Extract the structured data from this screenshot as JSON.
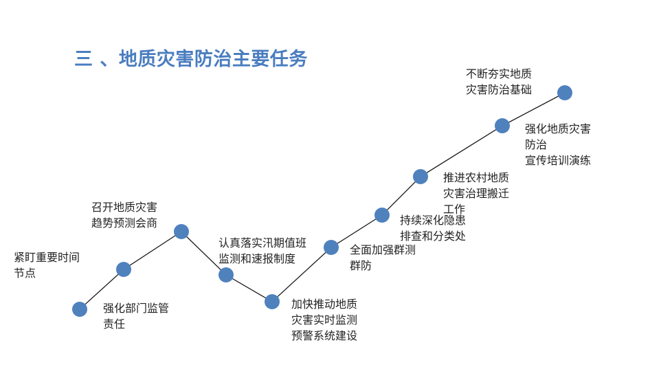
{
  "title": "三 、地质灾害防治主要任务",
  "colors": {
    "title": "#4a7dbf",
    "node": "#4f81bd",
    "line": "#1a1a1a"
  },
  "tasks": [
    {
      "label": "紧盯重要时间\n节点"
    },
    {
      "label": "强化部门监管\n责任"
    },
    {
      "label": "召开地质灾害\n趋势预测会商"
    },
    {
      "label": "认真落实汛期值班\n监测和速报制度"
    },
    {
      "label": "加快推动地质\n灾害实时监测\n预警系统建设"
    },
    {
      "label": "全面加强群测\n群防"
    },
    {
      "label": "持续深化隐患\n排查和分类处"
    },
    {
      "label": "推进农村地质\n灾害治理搬迁\n工作"
    },
    {
      "label": "强化地质灾害\n防治\n宣传培训演练"
    },
    {
      "label": "不断夯实地质\n灾害防治基础"
    }
  ]
}
